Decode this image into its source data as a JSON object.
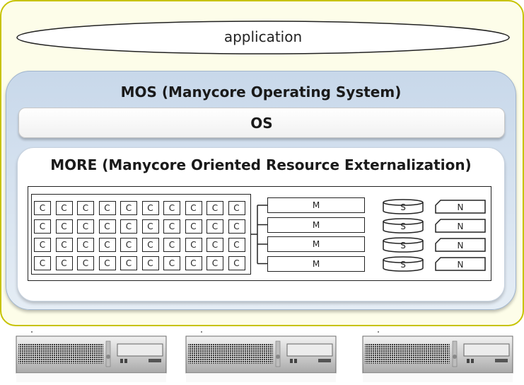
{
  "application_label": "application",
  "mos": {
    "title": "MOS  (Manycore Operating System)"
  },
  "os": {
    "label": "OS"
  },
  "more": {
    "title": "MORE  (Manycore Oriented Resource Externalization)"
  },
  "resources": {
    "core_label": "C",
    "core_rows": 4,
    "core_cols": 10,
    "memory_label": "M",
    "memory_count": 4,
    "storage_label": "S",
    "storage_count": 4,
    "nic_label": "N",
    "nic_count": 4
  },
  "servers": {
    "count": 3,
    "icon": "rack-server-icon"
  }
}
